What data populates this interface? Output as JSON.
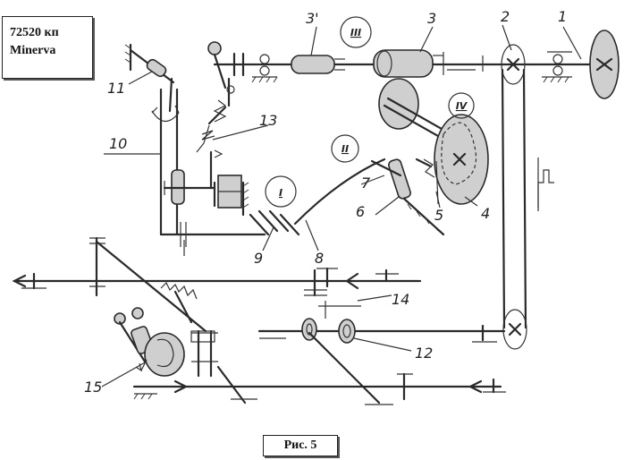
{
  "header": {
    "code": "72520 кп",
    "brand": "Minerva"
  },
  "caption": "Рис. 5",
  "labels": {
    "n1": "1",
    "n2": "2",
    "n3": "3",
    "n3p": "3'",
    "n4": "4",
    "n5": "5",
    "n6": "6",
    "n7": "7",
    "n8": "8",
    "n9": "9",
    "n10": "10",
    "n11": "11",
    "n12": "12",
    "n13": "13",
    "n14": "14",
    "n15": "15"
  },
  "roman": {
    "r1": "I",
    "r3": "III",
    "r4": "IV",
    "r2": "II"
  }
}
